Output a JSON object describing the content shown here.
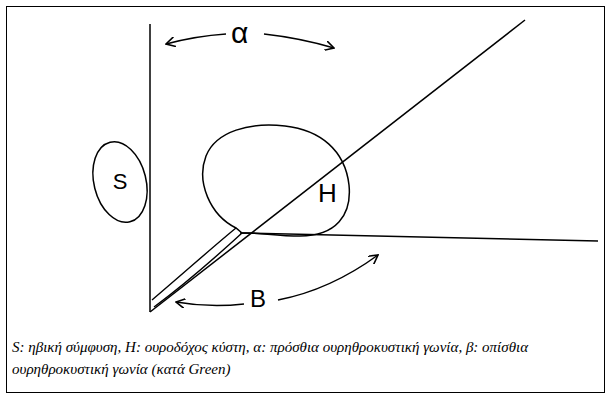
{
  "diagram": {
    "caption": "S: ηβική σύμφυση, H: ουροδόχος κύστη, α: πρόσθια ουρηθροκυστική γωνία, β: οπίσθια ουρηθροκυστική γωνία (κατά Green)",
    "nodes": [
      {
        "text": [
          "S"
        ]
      },
      {
        "text": [
          "H"
        ]
      }
    ],
    "labels": [
      "α",
      "B"
    ]
  }
}
